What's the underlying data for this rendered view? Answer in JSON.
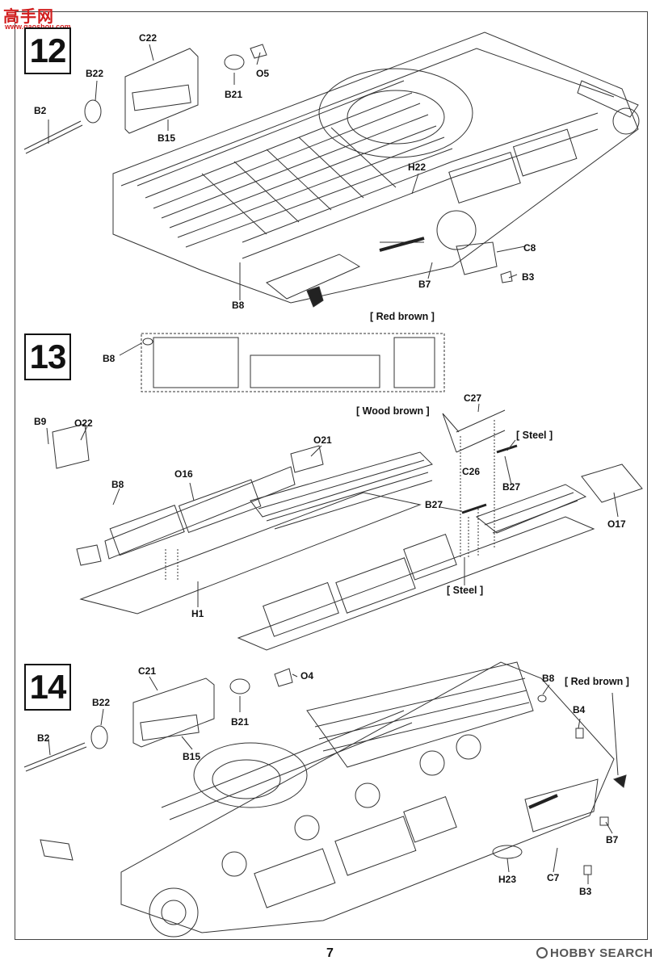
{
  "watermark": {
    "logo": "高手网",
    "url": "www.gaoshou.com"
  },
  "steps": [
    {
      "number": "12",
      "labels": [
        "C22",
        "O5",
        "B22",
        "B21",
        "B2",
        "B15",
        "H22",
        "C8",
        "B7",
        "B3",
        "B8"
      ],
      "note": "[ Red brown ]"
    },
    {
      "number": "13",
      "labels": [
        "B8",
        "B9",
        "O22",
        "O21",
        "O16",
        "B8",
        "H1",
        "O17",
        "C27",
        "C26",
        "B27",
        "B27"
      ],
      "notes": [
        "[ Wood brown ]",
        "[ Steel ]",
        "[ Steel ]"
      ]
    },
    {
      "number": "14",
      "labels": [
        "C21",
        "O4",
        "B8",
        "B22",
        "B21",
        "B4",
        "B2",
        "B15",
        "B7",
        "H23",
        "C7",
        "B3"
      ],
      "note": "[ Red brown ]"
    }
  ],
  "page_number": "7",
  "footer_brand": "HOBBY SEARCH"
}
